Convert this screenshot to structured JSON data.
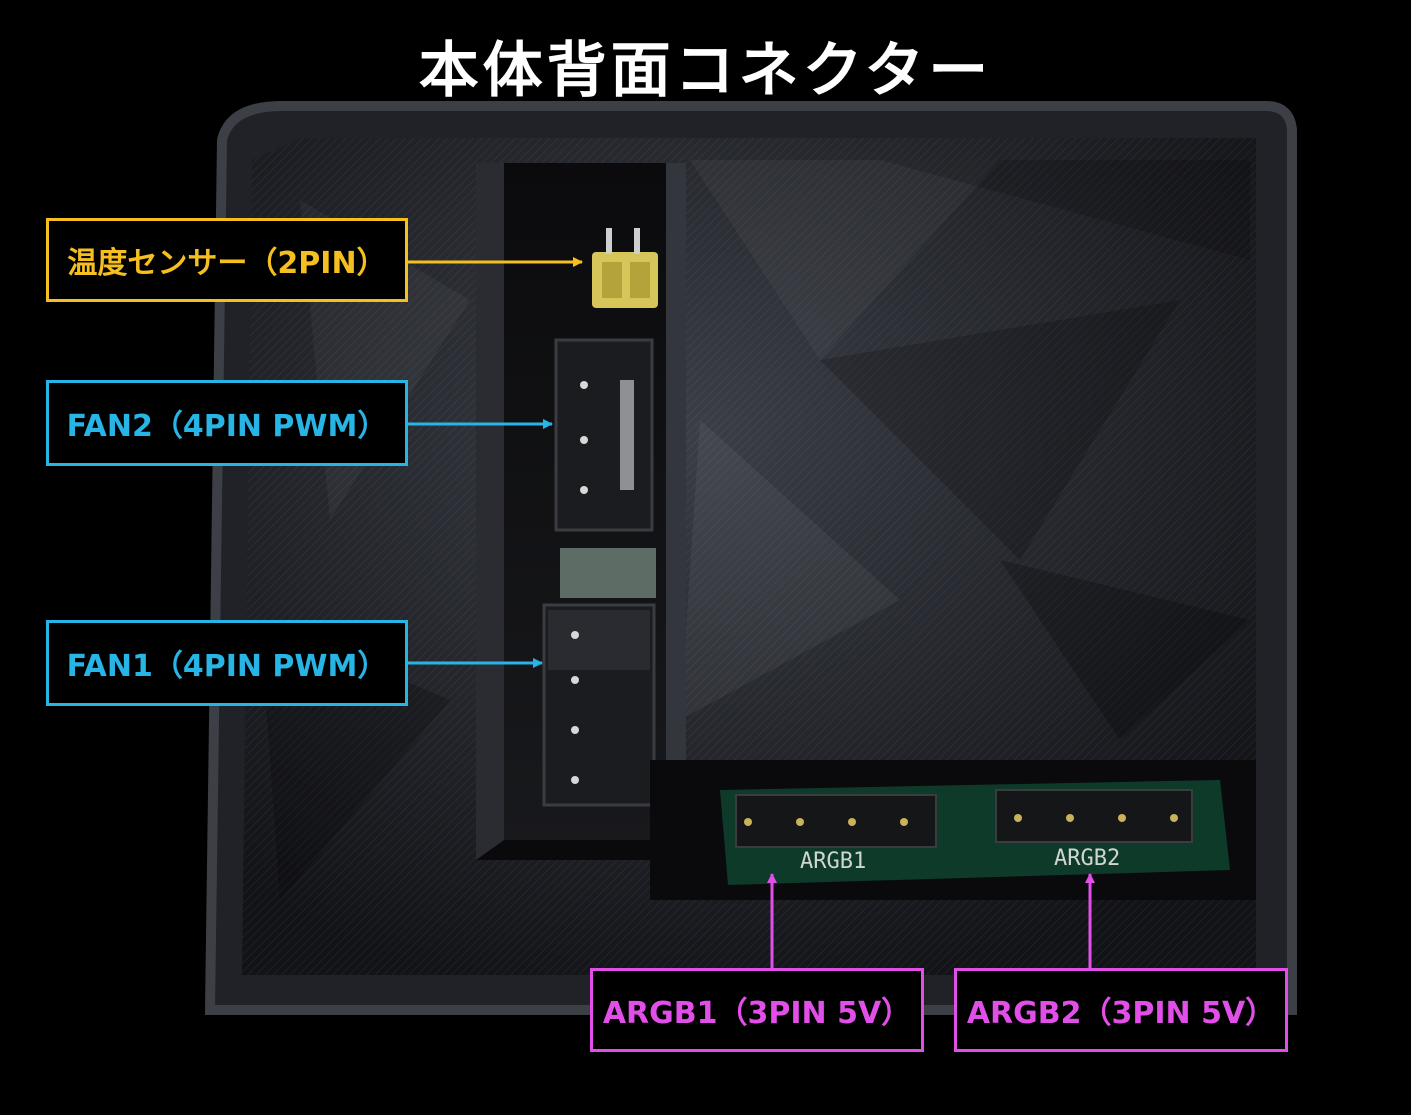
{
  "title": "本体背面コネクター",
  "labels": {
    "temp_sensor": "温度センサー（2PIN）",
    "fan2": "FAN2（4PIN PWM）",
    "fan1": "FAN1（4PIN PWM）",
    "argb1": "ARGB1（3PIN 5V）",
    "argb2": "ARGB2（3PIN 5V）"
  },
  "board_silkscreen": {
    "argb1": "ARGB1",
    "argb2": "ARGB2"
  },
  "colors": {
    "background": "#000000",
    "title": "#ffffff",
    "temp_sensor": "#f5bf1f",
    "fan": "#27b5e6",
    "argb": "#e24fe8",
    "pcb": "#0e3a2a",
    "case": "#1c1d22"
  }
}
